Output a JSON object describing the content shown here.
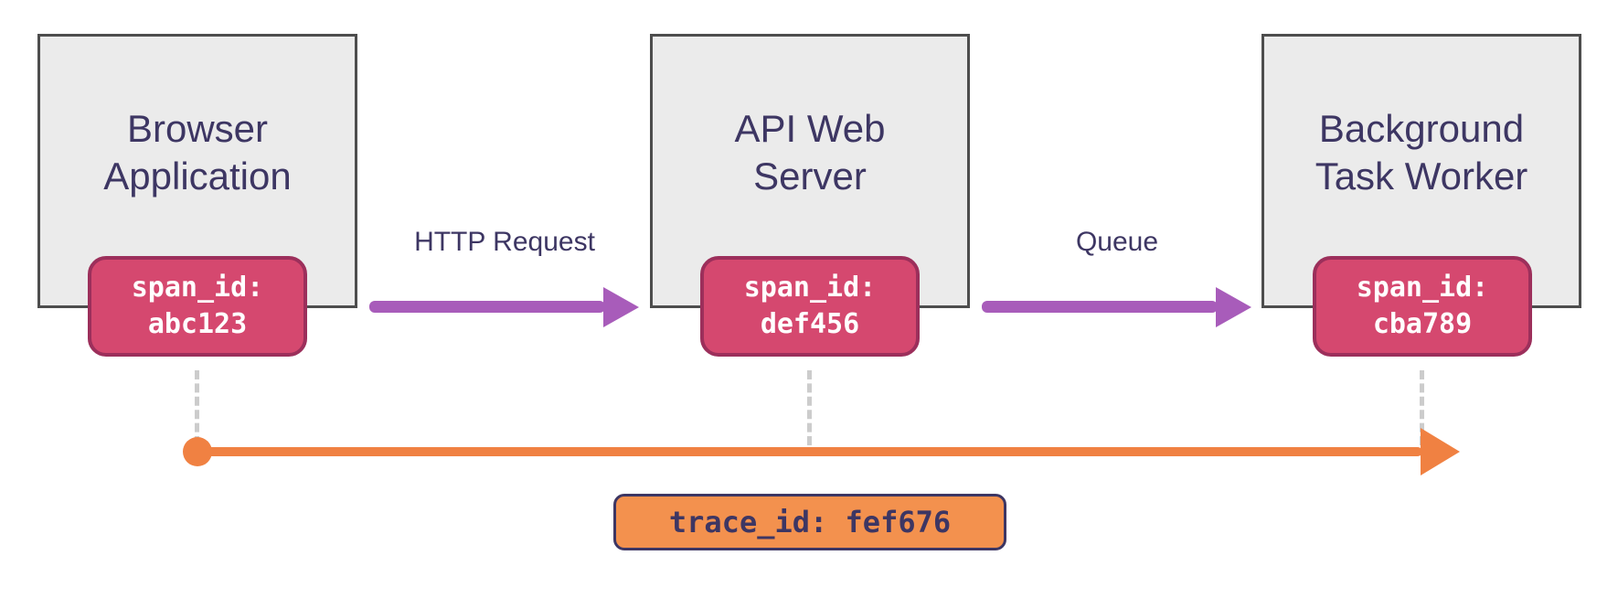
{
  "diagram": {
    "title": "distributed-trace-diagram",
    "nodes": [
      {
        "title": "Browser\nApplication",
        "span_label": "span_id:",
        "span_value": "abc123"
      },
      {
        "title": "API Web\nServer",
        "span_label": "span_id:",
        "span_value": "def456"
      },
      {
        "title": "Background\nTask Worker",
        "span_label": "span_id:",
        "span_value": "cba789"
      }
    ],
    "edges": [
      {
        "label": "HTTP Request"
      },
      {
        "label": "Queue"
      }
    ],
    "trace": {
      "label": "trace_id: fef676"
    },
    "colors": {
      "box_fill": "#ebebeb",
      "box_border": "#4d4d4d",
      "title_text": "#3d3663",
      "span_fill": "#d5486f",
      "span_border": "#9c2f5b",
      "span_text": "#ffffff",
      "edge_arrow": "#a85cba",
      "timeline": "#f08142",
      "trace_fill": "#f3914e",
      "trace_border": "#3d3663",
      "trace_text": "#3d3663",
      "dashed_line": "#cccccc"
    }
  }
}
